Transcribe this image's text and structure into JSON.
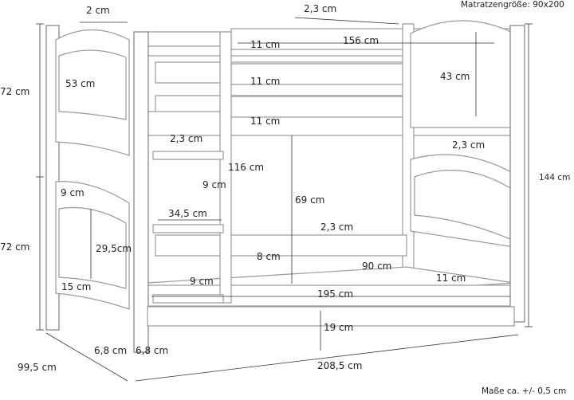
{
  "header": {
    "mattress_size": "Matratzengröße: 90x200"
  },
  "footer": {
    "tolerance": "Maße ca. +/- 0,5 cm"
  },
  "dimensions": {
    "top_post": "2 cm",
    "top_rail_thickness": "2,3 cm",
    "rail_height_1": "11 cm",
    "inner_length": "156 cm",
    "rail_height_2": "11 cm",
    "guard_height": "43 cm",
    "rail_height_3": "11 cm",
    "headboard_upper": "53 cm",
    "upper_height": "72 cm",
    "ladder_rung_thickness": "2,3 cm",
    "footboard_rail_thickness": "2,3 cm",
    "ladder_height": "116 cm",
    "total_height": "144 cm",
    "lower_headboard_rail": "9 cm",
    "ladder_rung_gap": "9 cm",
    "gap_between": "69 cm",
    "ladder_width": "34,5 cm",
    "lower_side_rail_thickness": "2,3 cm",
    "lower_panel": "29,5cm",
    "lower_height": "72 cm",
    "side_rail_height": "8 cm",
    "inner_width": "90 cm",
    "front_rail_height": "11 cm",
    "lower_bottom_rail": "15 cm",
    "ladder_bottom_gap": "9 cm",
    "bottom_length": "195 cm",
    "floor_clearance": "19 cm",
    "post_width_a": "6,8 cm",
    "post_width_b": "6,8 cm",
    "depth": "99,5 cm",
    "total_length": "208,5 cm"
  }
}
